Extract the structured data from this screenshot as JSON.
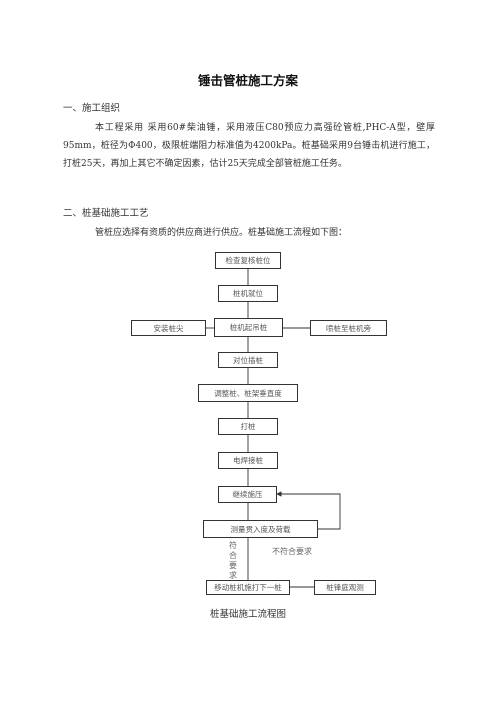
{
  "doc": {
    "title": "锤击管桩施工方案",
    "sec1_heading": "一、施工组织",
    "sec1_text": "本工程采用 采用60#柴油锤，采用液压C80预应力高强砼管桩,PHC-A型，壁厚95mm，桩径为Φ400，极限桩端阻力标准值为4200kPa。桩基础采用9台锤击机进行施工，打桩25天，再加上其它不确定因素，估计25天完成全部管桩施工任务。",
    "sec2_heading": "二、桩基础施工工艺",
    "sec2_text": "管桩应选择有资质的供应商进行供应。桩基础施工流程如下图：",
    "caption": "桩基础施工流程图"
  },
  "flow": {
    "step1": "检查复核桩位",
    "step2": "桩机就位",
    "step3": "桩机起吊桩",
    "left_aux": "安装桩尖",
    "right_aux": "喷桩至桩机旁",
    "step4": "对位插桩",
    "step5": "调整桩、桩架垂直度",
    "step6": "打桩",
    "step7": "电焊接桩",
    "step8": "继续施压",
    "step9": "测量贯入度及荷载",
    "step10": "移动桩机施打下一桩",
    "right_end": "桩锋庭观测",
    "label_no": "不符合要求",
    "label_yes": "符合要求"
  }
}
